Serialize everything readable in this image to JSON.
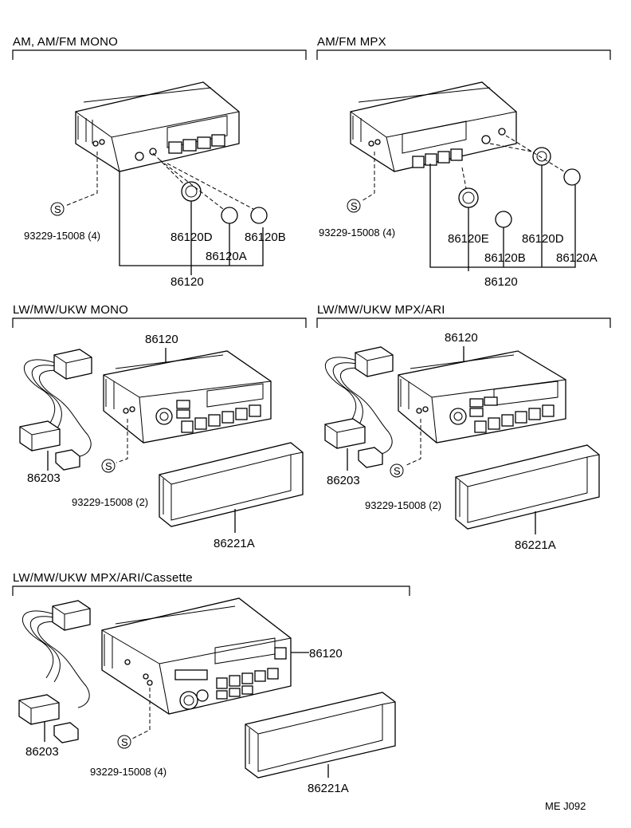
{
  "sections": {
    "am_mono": {
      "title": "AM, AM/FM  MONO",
      "screw_symbol": "S",
      "screw_part": "93229-15008 (4)",
      "knob_d": "86120D",
      "knob_b": "86120B",
      "knob_a": "86120A",
      "radio": "86120"
    },
    "am_mpx": {
      "title": "AM/FM  MPX",
      "screw_symbol": "S",
      "screw_part": "93229-15008 (4)",
      "knob_e": "86120E",
      "knob_d": "86120D",
      "knob_b": "86120B",
      "knob_a": "86120A",
      "radio": "86120"
    },
    "lw_mono": {
      "title": "LW/MW/UKW  MONO",
      "radio": "86120",
      "harness": "86203",
      "screw_symbol": "S",
      "screw_part": "93229-15008 (2)",
      "bezel": "86221A"
    },
    "lw_mpx": {
      "title": "LW/MW/UKW  MPX/ARI",
      "radio": "86120",
      "harness": "86203",
      "screw_symbol": "S",
      "screw_part": "93229-15008 (2)",
      "bezel": "86221A"
    },
    "lw_cassette": {
      "title": "LW/MW/UKW  MPX/ARI/Cassette",
      "radio": "86120",
      "harness": "86203",
      "screw_symbol": "S",
      "screw_part": "93229-15008 (4)",
      "bezel": "86221A"
    }
  },
  "footer": {
    "code": "ME  J092"
  }
}
